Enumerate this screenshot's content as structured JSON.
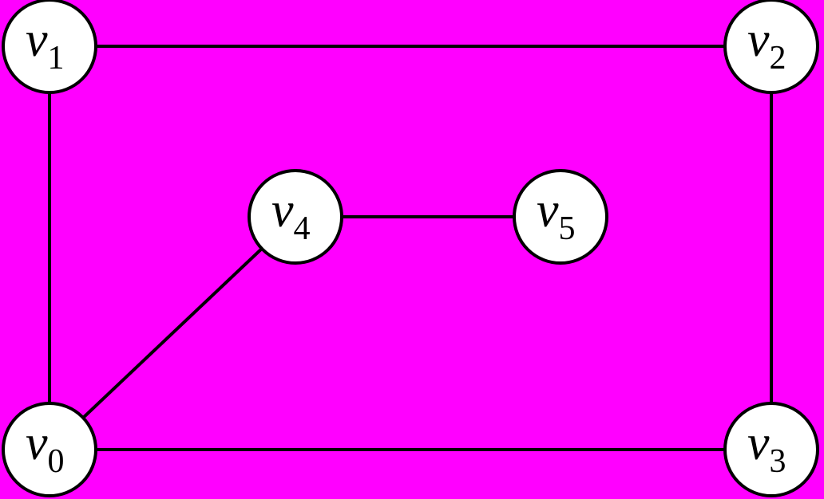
{
  "background_color": "#ff00ff",
  "nodes": [
    {
      "id": "v0",
      "name": "v",
      "sub": "0"
    },
    {
      "id": "v1",
      "name": "v",
      "sub": "1"
    },
    {
      "id": "v2",
      "name": "v",
      "sub": "2"
    },
    {
      "id": "v3",
      "name": "v",
      "sub": "3"
    },
    {
      "id": "v4",
      "name": "v",
      "sub": "4"
    },
    {
      "id": "v5",
      "name": "v",
      "sub": "5"
    }
  ],
  "edges": [
    [
      "v1",
      "v2"
    ],
    [
      "v1",
      "v0"
    ],
    [
      "v2",
      "v3"
    ],
    [
      "v0",
      "v3"
    ],
    [
      "v0",
      "v4"
    ],
    [
      "v4",
      "v5"
    ]
  ]
}
